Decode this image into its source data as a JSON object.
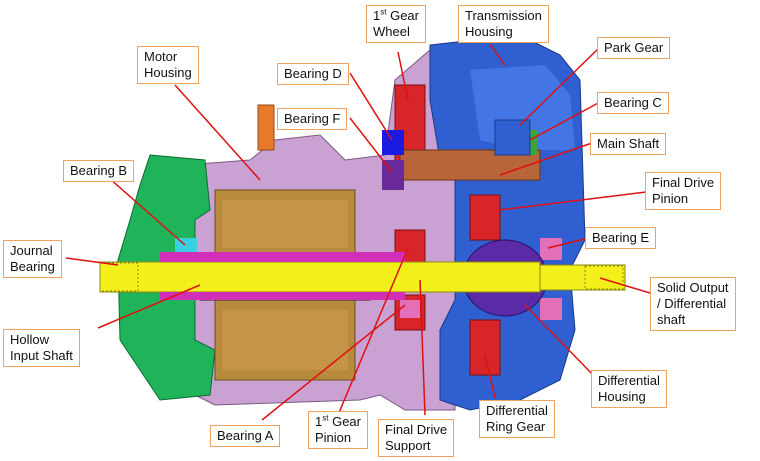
{
  "labels": {
    "first_gear_wheel": {
      "ord": "1",
      "sup": "st",
      "line1": " Gear",
      "line2": "Wheel"
    },
    "transmission_housing": {
      "line1": "Transmission",
      "line2": "Housing"
    },
    "motor_housing": {
      "line1": "Motor",
      "line2": "Housing"
    },
    "park_gear": {
      "line1": "Park Gear"
    },
    "bearing_d": {
      "line1": "Bearing D"
    },
    "bearing_c": {
      "line1": "Bearing C"
    },
    "bearing_f": {
      "line1": "Bearing F"
    },
    "main_shaft": {
      "line1": "Main Shaft"
    },
    "bearing_b": {
      "line1": "Bearing B"
    },
    "final_drive_pinion": {
      "line1": "Final Drive",
      "line2": "Pinion"
    },
    "journal_bearing": {
      "line1": "Journal",
      "line2": "Bearing"
    },
    "bearing_e": {
      "line1": "Bearing E"
    },
    "solid_output_shaft": {
      "line1": "Solid Output",
      "line2": "/ Differential",
      "line3": "shaft"
    },
    "hollow_input_shaft": {
      "line1": "Hollow",
      "line2": "Input Shaft"
    },
    "differential_housing": {
      "line1": "Differential",
      "line2": "Housing"
    },
    "bearing_a": {
      "line1": "Bearing A"
    },
    "first_gear_pinion": {
      "ord": "1",
      "sup": "st",
      "line1": " Gear",
      "line2": "Pinion"
    },
    "final_drive_support": {
      "line1": "Final Drive",
      "line2": "Support"
    },
    "differential_ring_gear": {
      "line1": "Differential",
      "line2": "Ring Gear"
    }
  },
  "colors": {
    "leader": "#e01010",
    "label_border": "#f2a25c",
    "motor_housing": "#c9a2d3",
    "transmission_housing": "#2f5fd0",
    "input_shaft": "#f2ef1a",
    "stator": "#b88a3c",
    "left_cover": "#1fb35a",
    "main_shaft": "#b8653a"
  }
}
